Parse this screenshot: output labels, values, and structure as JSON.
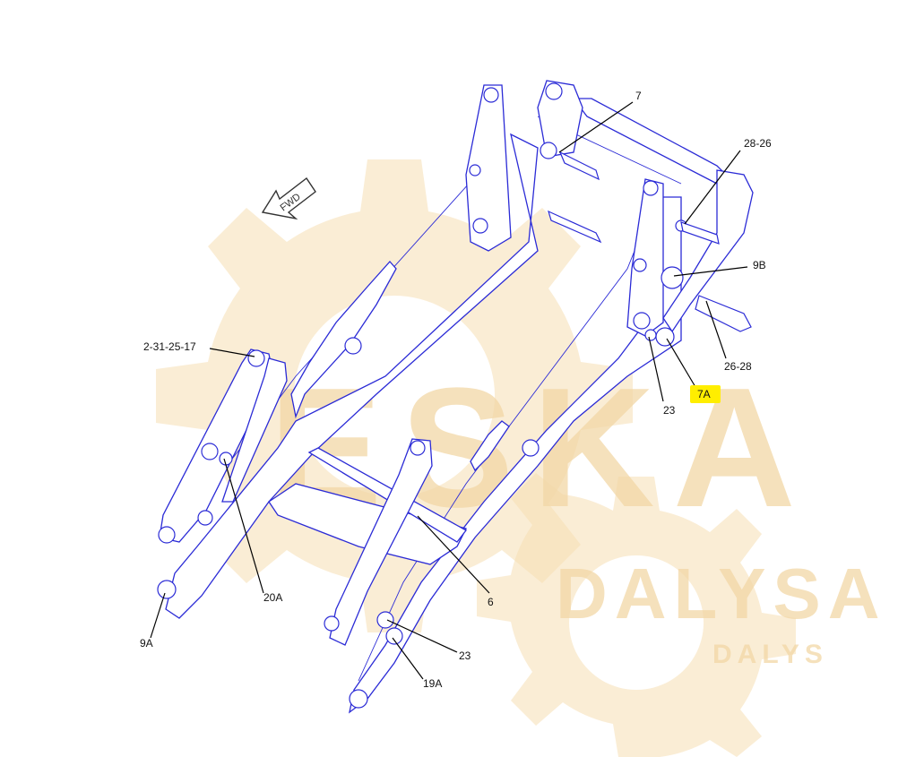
{
  "diagram": {
    "callouts": {
      "c7": "7",
      "c28_26": "28-26",
      "c9B": "9B",
      "c26_28": "26-28",
      "c7A": "7A",
      "c23_top": "23",
      "c2_31_25_17": "2-31-25-17",
      "c20A": "20A",
      "c9A": "9A",
      "c6": "6",
      "c23_bottom": "23",
      "c19A": "19A"
    },
    "direction_arrow": "FWD",
    "highlight_color": "#ffee00",
    "line_color": "#2b2bd6"
  },
  "watermark": {
    "logo_text": "ESKA",
    "secondary_text": "DALYS",
    "overlay_text": "DALYSA",
    "color": "#f5deb3"
  }
}
